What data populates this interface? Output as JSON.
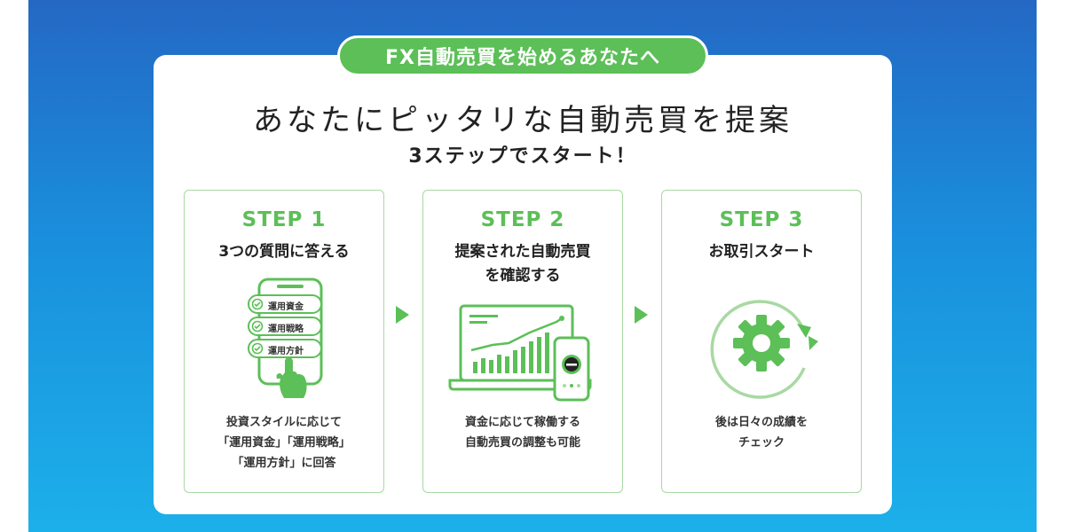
{
  "badge": "FX自動売買を始めるあなたへ",
  "headline": "あなたにピッタリな自動売買を提案",
  "subline": "3ステップでスタート！",
  "steps": [
    {
      "label": "STEP 1",
      "title": [
        "3つの質問に答える"
      ],
      "checklist": [
        "運用資金",
        "運用戦略",
        "運用方針"
      ],
      "desc": [
        "投資スタイルに応じて",
        "「運用資金」「運用戦略」",
        "「運用方針」に回答"
      ]
    },
    {
      "label": "STEP 2",
      "title": [
        "提案された自動売買",
        "を確認する"
      ],
      "desc": [
        "資金に応じて稼働する",
        "自動売買の調整も可能"
      ]
    },
    {
      "label": "STEP 3",
      "title": [
        "お取引スタート"
      ],
      "desc": [
        "後は日々の成績を",
        "チェック"
      ]
    }
  ],
  "colors": {
    "accent_green": "#5cbf58",
    "light_green": "#a8d9a2",
    "bg_blue_top": "#2468c4",
    "bg_blue_bottom": "#1cb0ea"
  },
  "icons": [
    "smartphone-checklist-icon",
    "pointing-hand-icon",
    "laptop-chart-icon",
    "phone-icon",
    "gear-cycle-icon",
    "arrow-right-icon"
  ]
}
